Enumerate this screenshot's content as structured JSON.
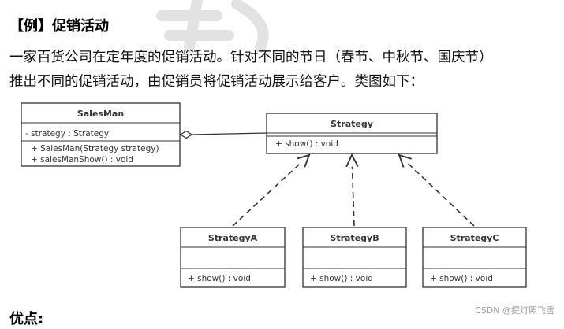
{
  "heading": "【例】促销活动",
  "paragraph": {
    "line1": "一家百货公司在定年度的促销活动。针对不同的节日（春节、中秋节、国庆节）",
    "line2": "推出不同的促销活动，由促销员将促销活动展示给客户。类图如下："
  },
  "uml": {
    "salesman": {
      "name": "SalesMan",
      "attributes": [
        "- strategy : Strategy"
      ],
      "operations": [
        "+ SalesMan(Strategy strategy)",
        "+ salesManShow() : void"
      ]
    },
    "strategy": {
      "name": "Strategy",
      "operations": [
        "+ show() : void"
      ]
    },
    "concrete": [
      {
        "name": "StrategyA",
        "operations": [
          "+ show() : void"
        ]
      },
      {
        "name": "StrategyB",
        "operations": [
          "+ show() : void"
        ]
      },
      {
        "name": "StrategyC",
        "operations": [
          "+ show() : void"
        ]
      }
    ]
  },
  "bottom_word": "优点:",
  "source_watermark": "CSDN @提灯照飞雪",
  "colors": {
    "box_stroke": "#333333",
    "text": "#333333",
    "watermark_big": "#e4e4e4"
  }
}
